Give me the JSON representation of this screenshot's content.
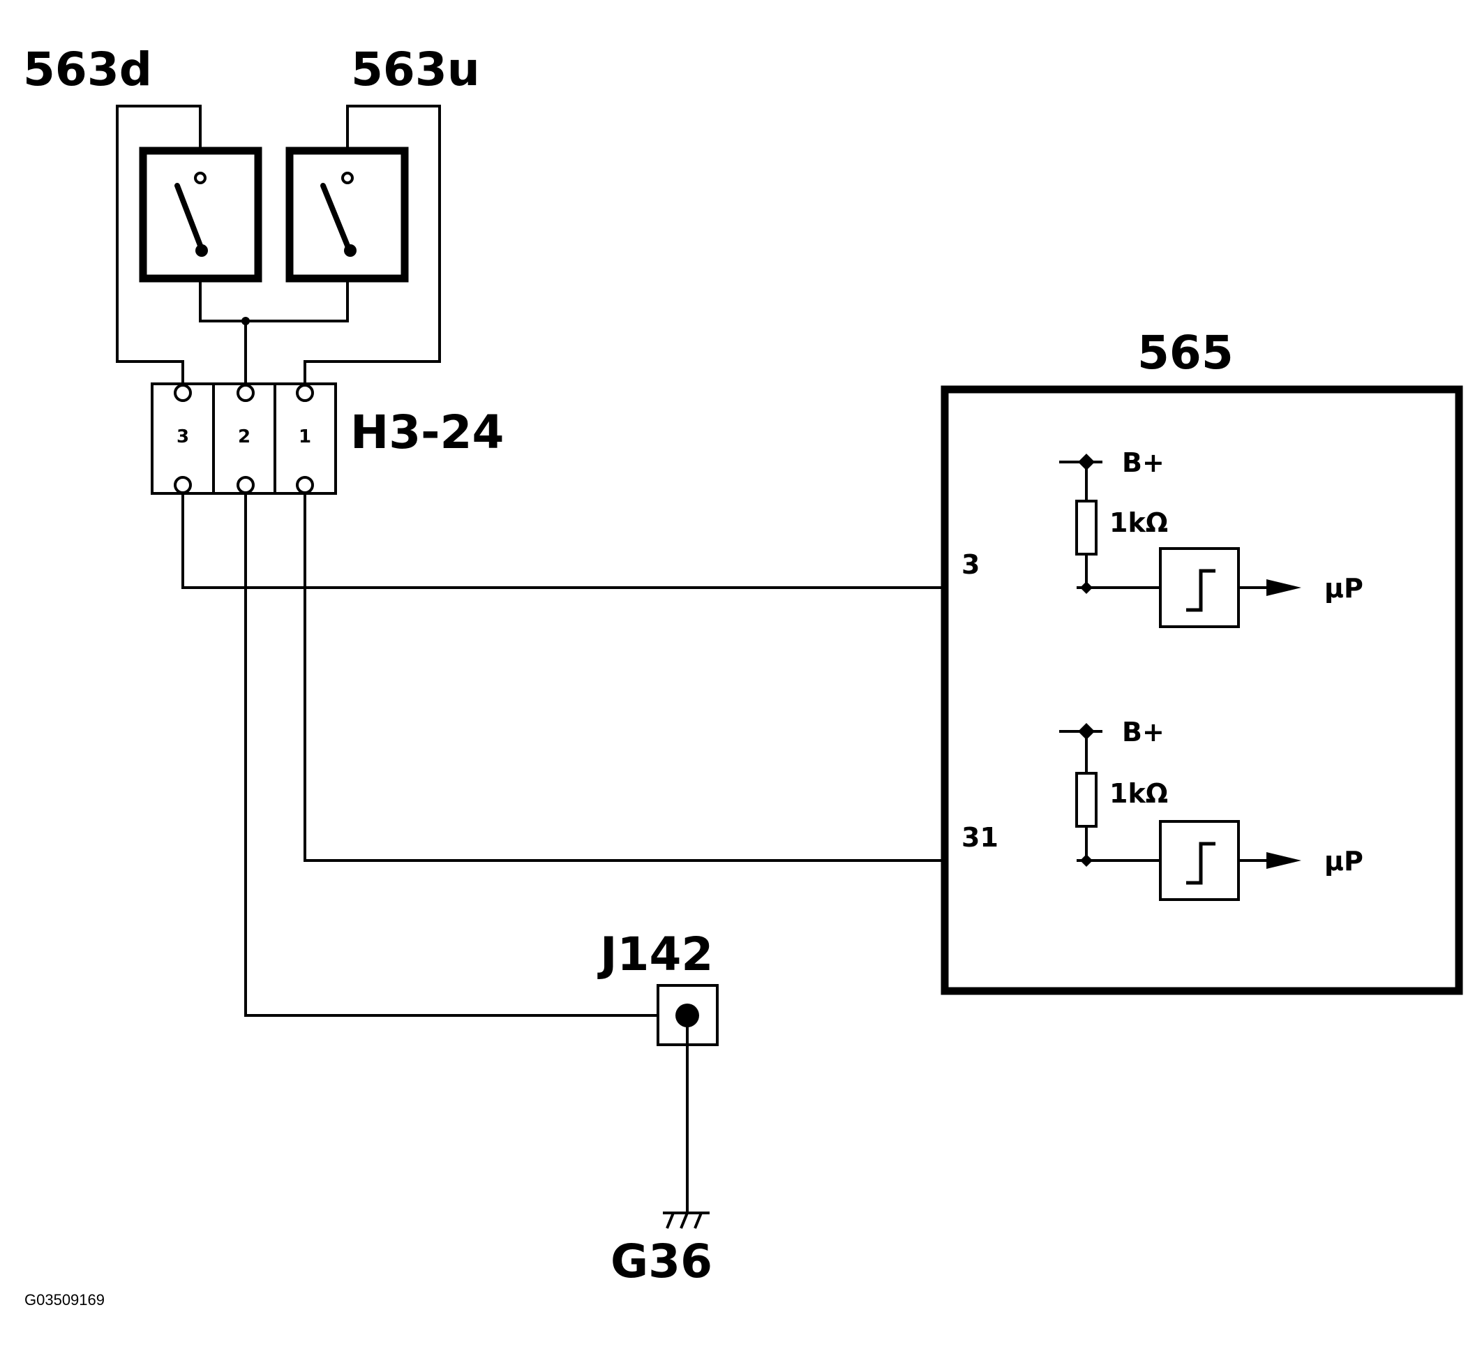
{
  "labels": {
    "switch_down": "563d",
    "switch_up": "563u",
    "connector": "H3-24",
    "connector_pins": [
      "3",
      "2",
      "1"
    ],
    "module": "565",
    "pin_upper": "3",
    "pin_lower": "31",
    "supply": "B+",
    "resistor": "1kΩ",
    "output": "µP",
    "junction": "J142",
    "ground": "G36",
    "figure_ref": "G03509169"
  }
}
